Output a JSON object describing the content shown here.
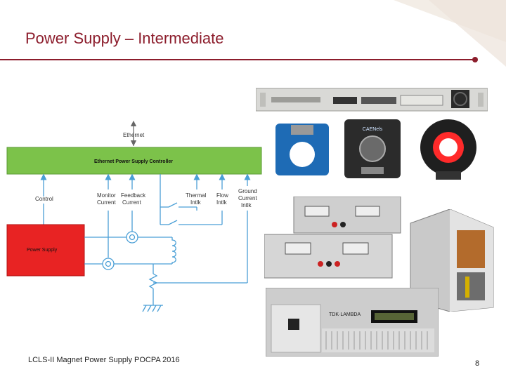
{
  "slide": {
    "title": "Power Supply – Intermediate",
    "footer": "LCLS-II Magnet Power Supply POCPA 2016",
    "page_number": "8"
  },
  "diagram": {
    "ethernet_label": "Ethernet",
    "controller_label": "Ethernet Power Supply Controller",
    "power_supply_label": "Power Supply",
    "signals": {
      "control": "Control",
      "monitor_current": [
        "Monitor",
        "Current"
      ],
      "feedback_current": [
        "Feedback",
        "Current"
      ],
      "thermal_intlk": [
        "Thermal",
        "Intlk"
      ],
      "flow_intlk": [
        "Flow",
        "Intlk"
      ],
      "ground_current_intlk": [
        "Ground",
        "Current",
        "Intlk"
      ]
    }
  },
  "photos": {
    "rack_unit": "rack-power-supply-photo",
    "current_transducers": "current-transducer-photos",
    "bench_supplies": "bench-power-supply-photos",
    "enclosure": "open-power-supply-enclosure-photo",
    "tdk_lambda": "tdk-lambda-power-supply-photo",
    "brand_text": "TDK·LAMBDA",
    "sensor_brand": "CAENels"
  },
  "colors": {
    "accent": "#8c1d2c",
    "controller_green": "#7cc24a",
    "power_supply_red": "#e82323",
    "wire_blue": "#4a9fd6"
  }
}
